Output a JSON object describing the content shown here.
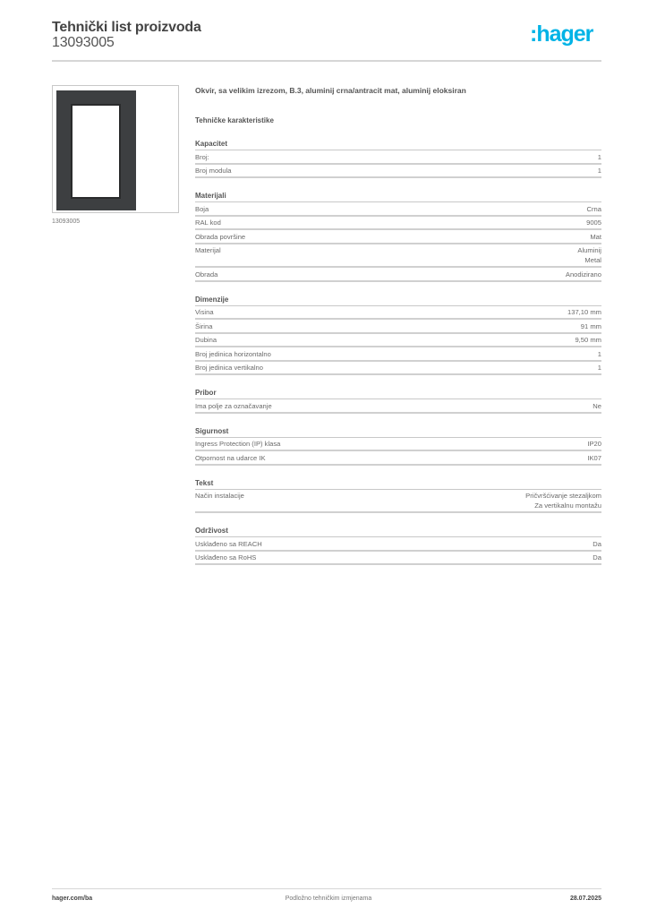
{
  "header": {
    "title": "Tehnički list proizvoda",
    "product_number": "13093005",
    "logo_text": ":hager",
    "logo_color": "#00b3e6"
  },
  "product": {
    "image_caption": "13093005",
    "image_alt": "frame-icon",
    "description": "Okvir, sa velikim izrezom, B.3, aluminij crna/antracit mat, aluminij eloksiran",
    "frame_color": "#3d3f41"
  },
  "specs_title": "Tehničke karakteristike",
  "sections": [
    {
      "title": "Kapacitet",
      "rows": [
        {
          "label": "Broj:",
          "values": [
            "1"
          ]
        },
        {
          "label": "Broj modula",
          "values": [
            "1"
          ]
        }
      ]
    },
    {
      "title": "Materijali",
      "rows": [
        {
          "label": "Boja",
          "values": [
            "Crna"
          ]
        },
        {
          "label": "RAL kod",
          "values": [
            "9005"
          ]
        },
        {
          "label": "Obrada površine",
          "values": [
            "Mat"
          ]
        },
        {
          "label": "Materijal",
          "values": [
            "Aluminij",
            "Metal"
          ]
        },
        {
          "label": "Obrada",
          "values": [
            "Anodizirano"
          ]
        }
      ]
    },
    {
      "title": "Dimenzije",
      "rows": [
        {
          "label": "Visina",
          "values": [
            "137,10 mm"
          ]
        },
        {
          "label": "Širina",
          "values": [
            "91 mm"
          ]
        },
        {
          "label": "Dubina",
          "values": [
            "9,50 mm"
          ]
        },
        {
          "label": "Broj jedinica horizontalno",
          "values": [
            "1"
          ]
        },
        {
          "label": "Broj jedinica vertikalno",
          "values": [
            "1"
          ]
        }
      ]
    },
    {
      "title": "Pribor",
      "rows": [
        {
          "label": "Ima polje za označavanje",
          "values": [
            "Ne"
          ]
        }
      ]
    },
    {
      "title": "Sigurnost",
      "rows": [
        {
          "label": "Ingress Protection (IP) klasa",
          "values": [
            "IP20"
          ]
        },
        {
          "label": "Otpornost na udarce IK",
          "values": [
            "IK07"
          ]
        }
      ]
    },
    {
      "title": "Tekst",
      "rows": [
        {
          "label": "Način instalacije",
          "values": [
            "Pričvršćivanje stezaljkom",
            "Za vertikalnu montažu"
          ]
        }
      ]
    },
    {
      "title": "Održivost",
      "rows": [
        {
          "label": "Usklađeno sa REACH",
          "values": [
            "Da"
          ]
        },
        {
          "label": "Usklađeno sa RoHS",
          "values": [
            "Da"
          ]
        }
      ]
    }
  ],
  "footer": {
    "website": "hager.com/ba",
    "notice": "Podložno tehničkim izmjenama",
    "date": "28.07.2025"
  }
}
